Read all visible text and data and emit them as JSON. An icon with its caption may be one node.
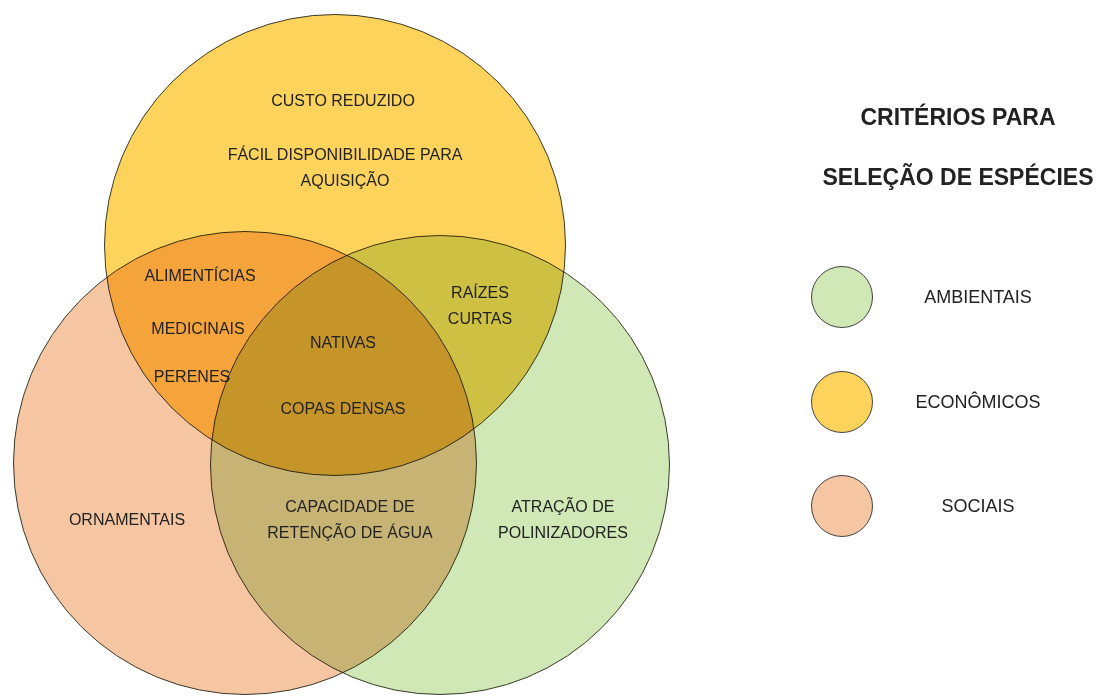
{
  "diagram": {
    "title": "CRITÉRIOS PARA SELEÇÃO DE ESPÉCIES",
    "nodes": [
      {
        "text": [
          "CUSTO REDUZIDO",
          "FÁCIL DISPONIBILIDADE PARA AQUISIÇÃO"
        ]
      },
      {
        "text": [
          "ORNAMENTAIS"
        ]
      },
      {
        "text": [
          "ATRAÇÃO DE POLINIZADORES"
        ]
      }
    ],
    "labels": [
      "ALIMENTÍCIAS",
      "MEDICINAIS",
      "PERENES",
      "RAÍZES CURTAS",
      "NATIVAS",
      "COPAS DENSAS",
      "CAPACIDADE DE RETENÇÃO DE ÁGUA"
    ],
    "legend": [
      {
        "text": "AMBIENTAIS",
        "color": "#cfe8b5"
      },
      {
        "text": "ECONÔMICOS",
        "color": "#fdd35c"
      },
      {
        "text": "SOCIAIS",
        "color": "#f6c6a3"
      }
    ]
  }
}
